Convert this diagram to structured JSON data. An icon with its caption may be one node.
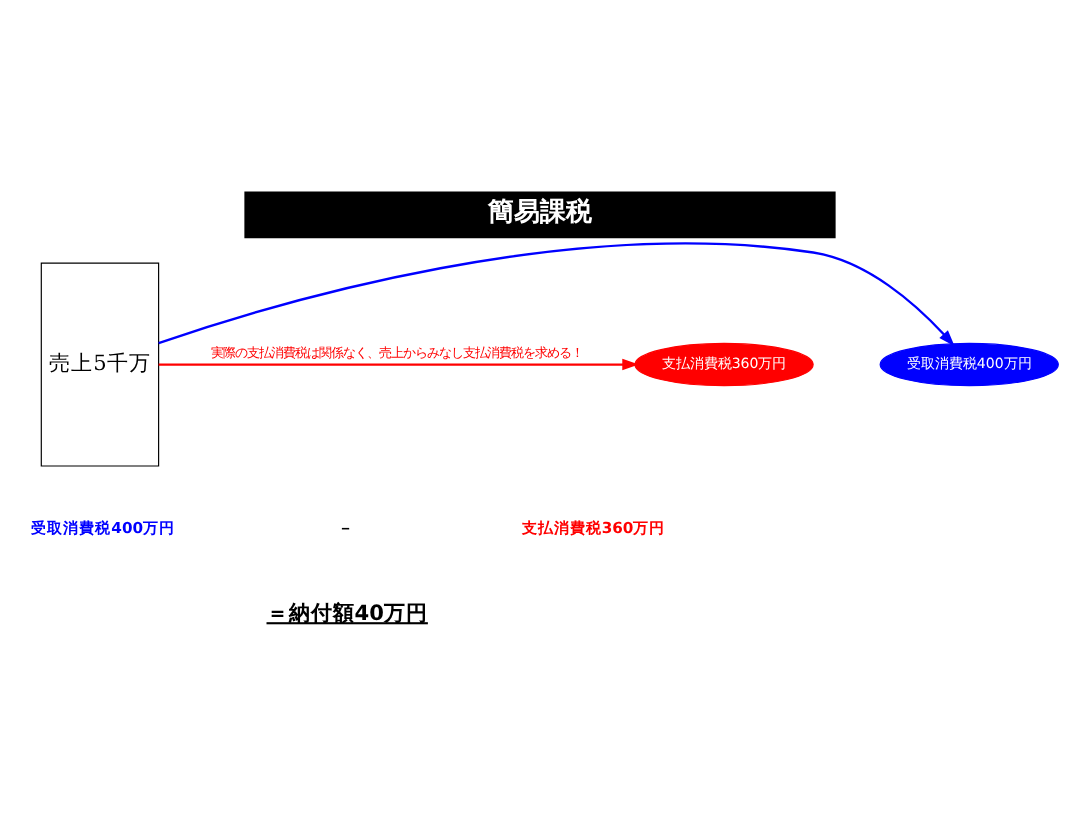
{
  "diagram": {
    "title": "簡易課税",
    "nodes": [
      {
        "text": [
          "売上5千万"
        ]
      },
      {
        "text": [
          "受取消費税400万円"
        ]
      },
      {
        "text": [
          "支払消費税360万円"
        ]
      }
    ],
    "edges": [
      {
        "from": 0,
        "to": 1,
        "arrow": "to",
        "color": "#0000ff"
      },
      {
        "from": 0,
        "to": 2,
        "arrow": "to",
        "color": "#ff0000",
        "label": "実際の支払消費税は関係なく、売上からみなし支払消費税を求める！"
      }
    ],
    "labels": [
      "受取消費税400万円",
      "－",
      "支払消費税360万円",
      "＝納付額40万円"
    ]
  }
}
